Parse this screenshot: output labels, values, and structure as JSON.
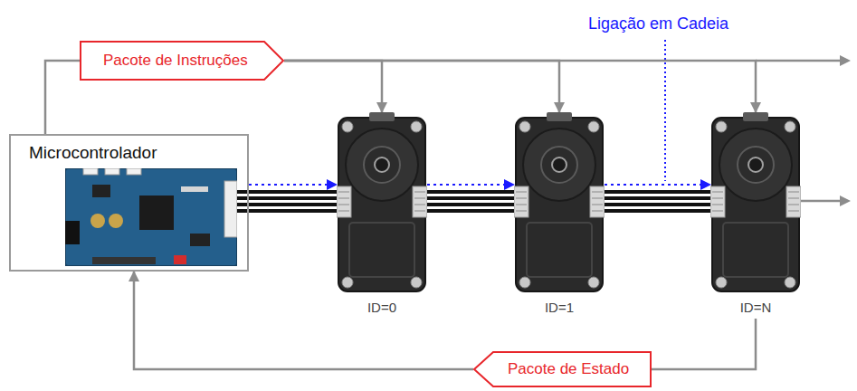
{
  "diagram": {
    "nodes": [
      {
        "text": [
          "Pacote de Instruções"
        ]
      },
      {
        "text": [
          "Microcontrolador"
        ]
      },
      {
        "text": [
          "ID=0"
        ]
      },
      {
        "text": [
          "ID=1"
        ]
      },
      {
        "text": [
          "ID=N"
        ]
      },
      {
        "text": [
          "Pacote de Estado"
        ]
      }
    ],
    "edges": [
      {
        "from": 1,
        "to": 2,
        "arrow": "to"
      },
      {
        "from": 2,
        "to": 3,
        "arrow": "to"
      },
      {
        "from": 3,
        "to": 4,
        "arrow": "to"
      },
      {
        "from": 1,
        "to": 0,
        "arrow": "none"
      },
      {
        "from": 0,
        "to": 2,
        "arrow": "to"
      },
      {
        "from": 0,
        "to": 3,
        "arrow": "to"
      },
      {
        "from": 0,
        "to": 4,
        "arrow": "to"
      },
      {
        "from": 4,
        "to": 5,
        "arrow": "none"
      },
      {
        "from": 5,
        "to": 1,
        "arrow": "to"
      }
    ],
    "labels": [
      "Ligação em Cadeia"
    ]
  }
}
